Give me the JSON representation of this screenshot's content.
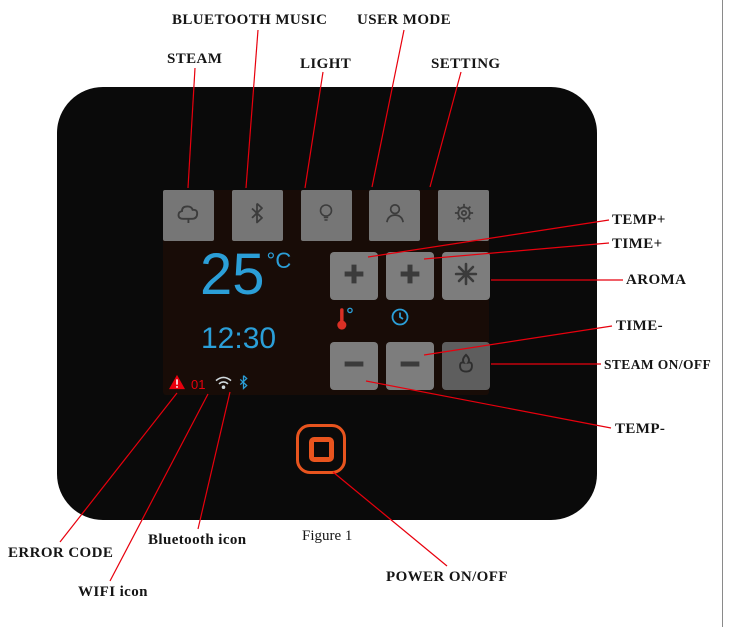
{
  "figure": {
    "caption": "Figure 1"
  },
  "callout_labels": {
    "steam": "STEAM",
    "bluetooth_music": "BLUETOOTH MUSIC",
    "light": "LIGHT",
    "user_mode": "USER MODE",
    "setting": "SETTING",
    "temp_plus": "TEMP+",
    "time_plus": "TIME+",
    "aroma": "AROMA",
    "time_minus": "TIME-",
    "steam_on_off": "STEAM ON/OFF",
    "temp_minus": "TEMP-",
    "error_code": "ERROR CODE",
    "bluetooth_icon": "Bluetooth icon",
    "wifi_icon": "WIFI icon",
    "power_on_off": "POWER ON/OFF"
  },
  "display": {
    "temperature_value": "25",
    "temperature_unit": "°C",
    "time_value": "12:30",
    "error_code_value": "01"
  },
  "panel_icons": [
    "steam-cloud-icon",
    "bluetooth-icon",
    "light-bulb-icon",
    "user-icon",
    "gear-icon",
    "plus-icon",
    "aroma-star-icon",
    "minus-icon",
    "steam-wave-icon",
    "thermometer-icon",
    "clock-icon",
    "warning-triangle-icon",
    "wifi-icon",
    "bluetooth-small-icon",
    "power-icon"
  ],
  "colors": {
    "display_blue": "#2b9fd8",
    "accent_orange": "#e8541e",
    "callout_red": "#e8000d",
    "button_gray": "#777777",
    "device_black": "#0a0a0a"
  }
}
